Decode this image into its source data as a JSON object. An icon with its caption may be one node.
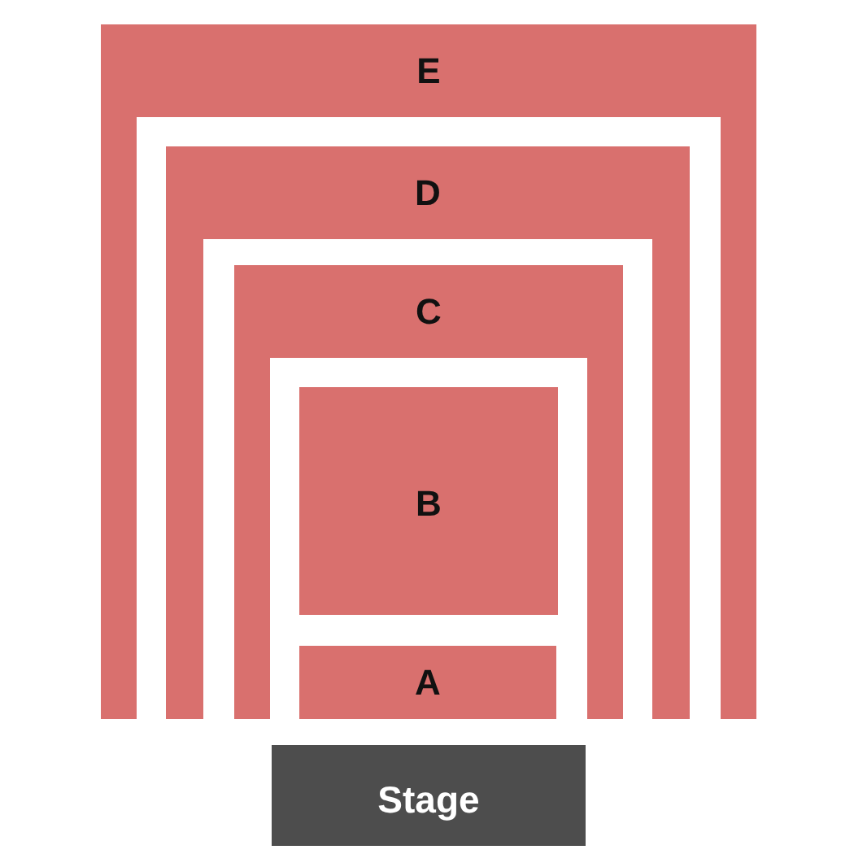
{
  "diagram": {
    "nodes": [
      {
        "text": [
          "E"
        ]
      },
      {
        "text": [
          "D"
        ]
      },
      {
        "text": [
          "C"
        ]
      },
      {
        "text": [
          "B"
        ]
      },
      {
        "text": [
          "A"
        ]
      },
      {
        "text": [
          "Stage"
        ]
      }
    ],
    "edges": []
  }
}
